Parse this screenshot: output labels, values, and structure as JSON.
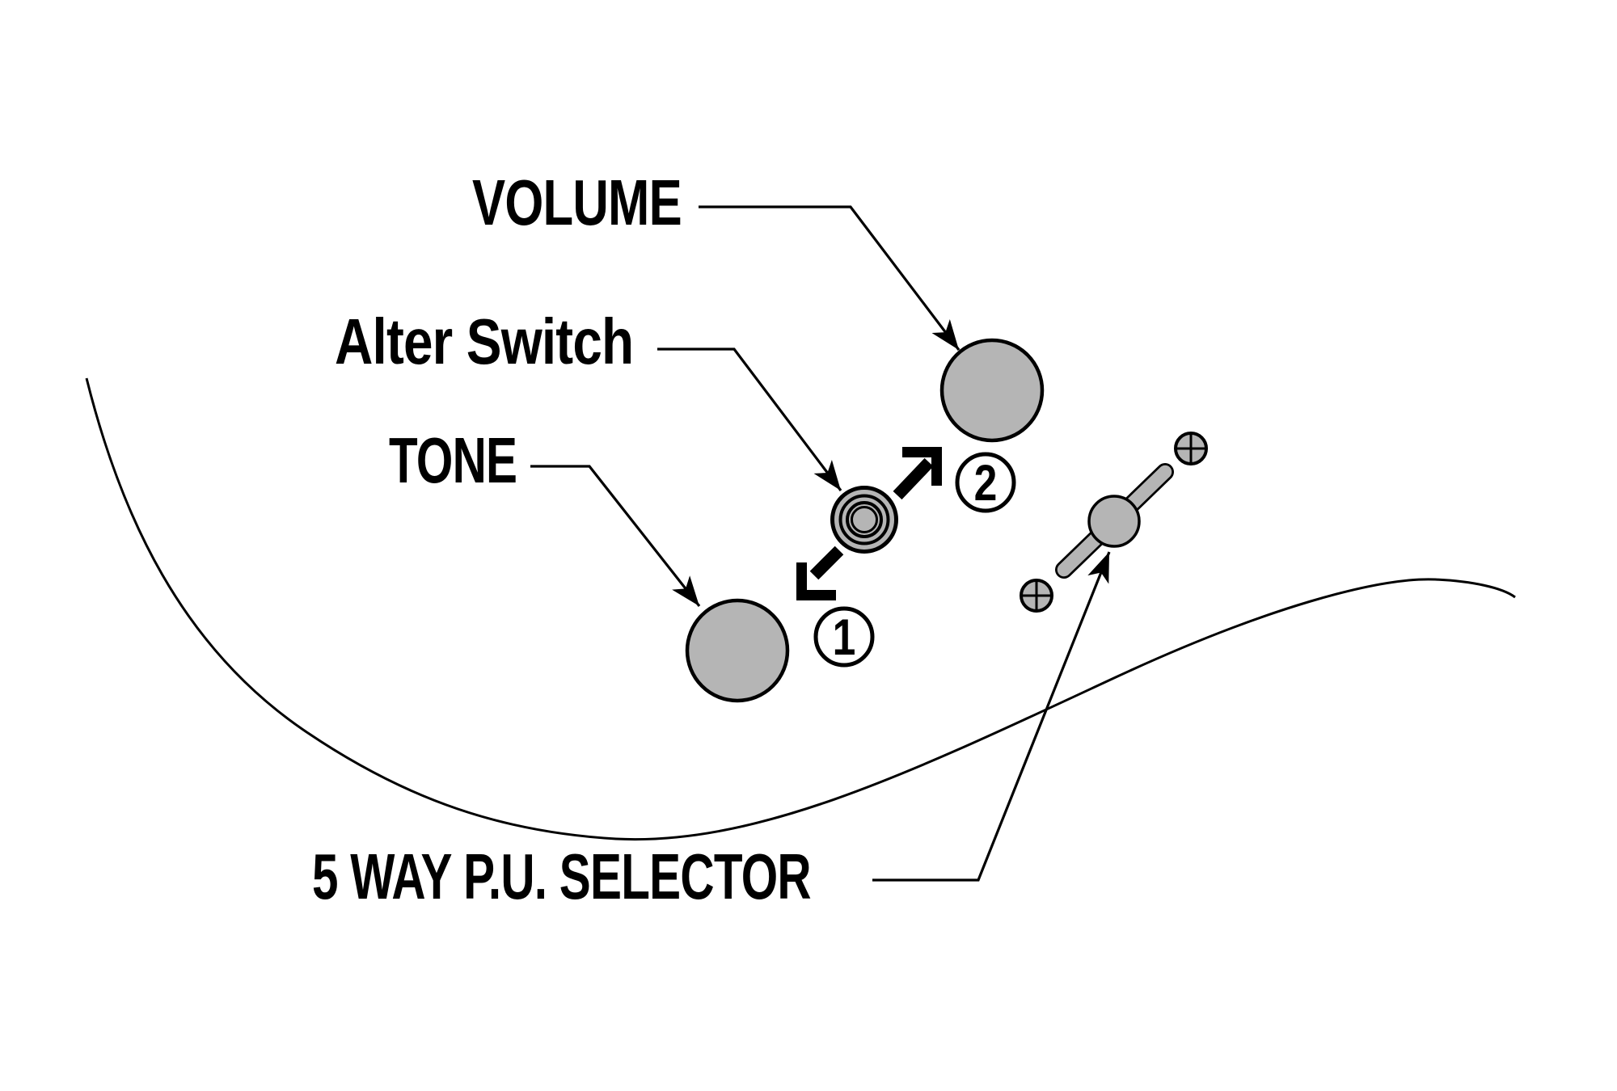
{
  "diagram": {
    "type": "guitar-controls-callout-diagram",
    "labels": {
      "volume": "VOLUME",
      "alter_switch": "Alter Switch",
      "tone": "TONE",
      "selector": "5 WAY P.U. SELECTOR"
    },
    "position_badges": {
      "one": "1",
      "two": "2"
    },
    "colors": {
      "background": "#ffffff",
      "line": "#000000",
      "knob_fill": "#b5b5b5"
    },
    "icons": {
      "volume_knob": "round-knob",
      "tone_knob": "round-knob",
      "alter_switch_knob": "concentric-rings-pushbutton",
      "selector_switch": "five-way-lever-switch",
      "selector_screws": "phillips-screw",
      "leader_arrows": "thin-callout-arrow",
      "toggle_arrows": "thick-direction-arrow",
      "body_outline": "guitar-body-curve"
    }
  }
}
